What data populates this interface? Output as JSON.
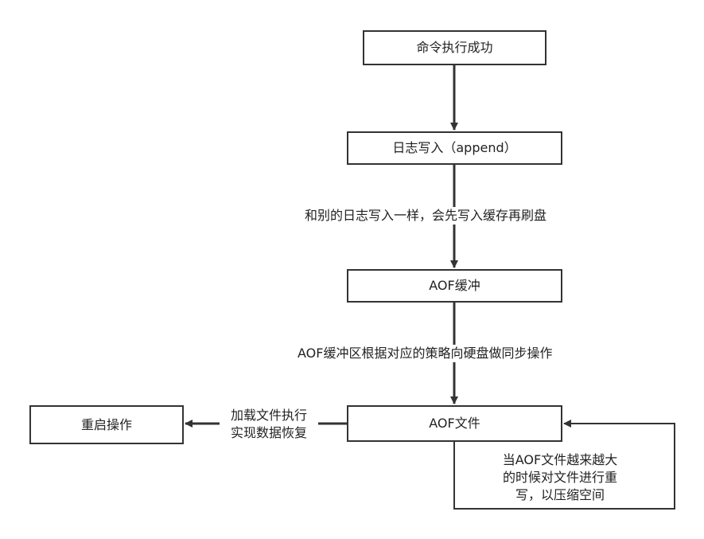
{
  "nodes": {
    "cmd_success": "命令执行成功",
    "log_append": "日志写入（append）",
    "aof_buffer": "AOF缓冲",
    "aof_file": "AOF文件",
    "restart": "重启操作"
  },
  "edges": {
    "append_to_buffer": "和别的日志写入一样，会先写入缓存再刷盘",
    "buffer_to_file": "AOF缓冲区根据对应的策略向硬盘做同步操作",
    "file_to_restart_line1": "加载文件执行",
    "file_to_restart_line2": "实现数据恢复",
    "rewrite_line1": "当AOF文件越来越大",
    "rewrite_line2": "的时候对文件进行重",
    "rewrite_line3": "写，以压缩空间"
  },
  "colors": {
    "stroke": "#333333",
    "text": "#222222",
    "background": "#ffffff"
  }
}
